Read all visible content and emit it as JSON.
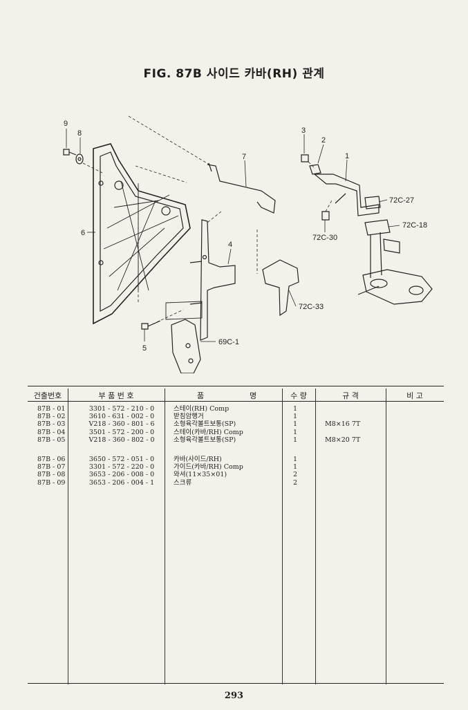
{
  "title": "FIG. 87B 사이드 카바(RH) 관계",
  "callouts": {
    "c9": "9",
    "c8": "8",
    "c6": "6",
    "c5": "5",
    "c7": "7",
    "c4": "4",
    "c3": "3",
    "c2": "2",
    "c1": "1",
    "c72c27": "72C-27",
    "c72c18": "72C-18",
    "c72c30": "72C-30",
    "c72c33": "72C-33",
    "c69c1": "69C-1"
  },
  "table": {
    "headers": {
      "key_no": "건출번호",
      "part_no": "부 품 번 호",
      "name_1": "품",
      "name_2": "명",
      "qty": "수 량",
      "spec": "규 격",
      "remarks": "비 고"
    },
    "rows": [
      {
        "key": "87B - 01",
        "part": "3301 - 572 - 210 - 0",
        "name": "스테이(RH) Comp",
        "qty": "1",
        "spec": ""
      },
      {
        "key": "87B - 02",
        "part": "3610 - 631 - 002 - 0",
        "name": "받침암행거",
        "qty": "1",
        "spec": ""
      },
      {
        "key": "87B - 03",
        "part": "V218 - 360 - 801 - 6",
        "name": "소형육각볼트보통(SP)",
        "qty": "1",
        "spec": "M8×16 7T"
      },
      {
        "key": "87B - 04",
        "part": "3501 - 572 - 200 - 0",
        "name": "스테이(카바/RH) Comp",
        "qty": "1",
        "spec": ""
      },
      {
        "key": "87B - 05",
        "part": "V218 - 360 - 802 - 0",
        "name": "소형육각볼트보통(SP)",
        "qty": "1",
        "spec": "M8×20 7T"
      },
      {
        "key": "87B - 06",
        "part": "3650 - 572 - 051 - 0",
        "name": "카바(사이드/RH)",
        "qty": "1",
        "spec": ""
      },
      {
        "key": "87B - 07",
        "part": "3301 - 572 - 220 - 0",
        "name": "가이드(카바/RH) Comp",
        "qty": "1",
        "spec": ""
      },
      {
        "key": "87B - 08",
        "part": "3653 - 206 - 008 - 0",
        "name": "와셔(11×35×01)",
        "qty": "2",
        "spec": ""
      },
      {
        "key": "87B - 09",
        "part": "3653 - 206 - 004 - 1",
        "name": "스크류",
        "qty": "2",
        "spec": ""
      }
    ]
  },
  "page_number": "293"
}
